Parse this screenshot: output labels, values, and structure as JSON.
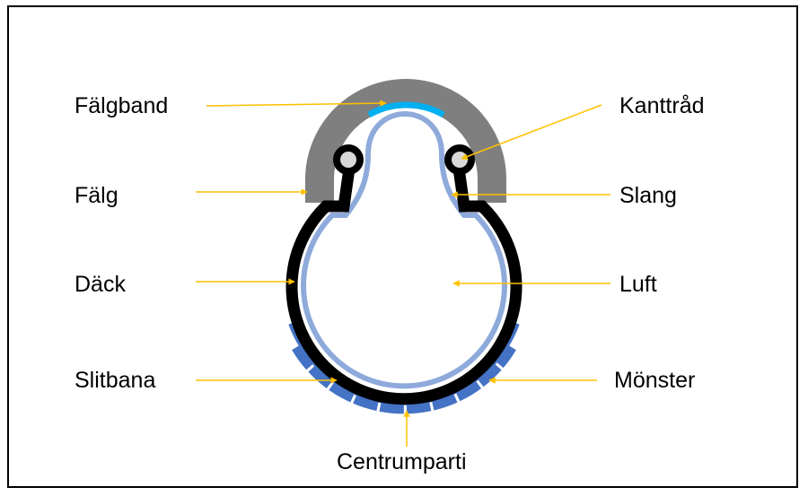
{
  "colors": {
    "rim": "#7f7f7f",
    "tire": "#000000",
    "tube": "#8eaadb",
    "rim_tape": "#00b0f0",
    "tread": "#4472c4",
    "bead_core": "#d9d9d9",
    "arrow": "#ffc000"
  },
  "labels": {
    "falgband": "Fälgband",
    "falg": "Fälg",
    "dack": "Däck",
    "slitbana": "Slitbana",
    "kanttrad": "Kanttråd",
    "slang": "Slang",
    "luft": "Luft",
    "monster": "Mönster",
    "centrumparti": "Centrumparti"
  }
}
